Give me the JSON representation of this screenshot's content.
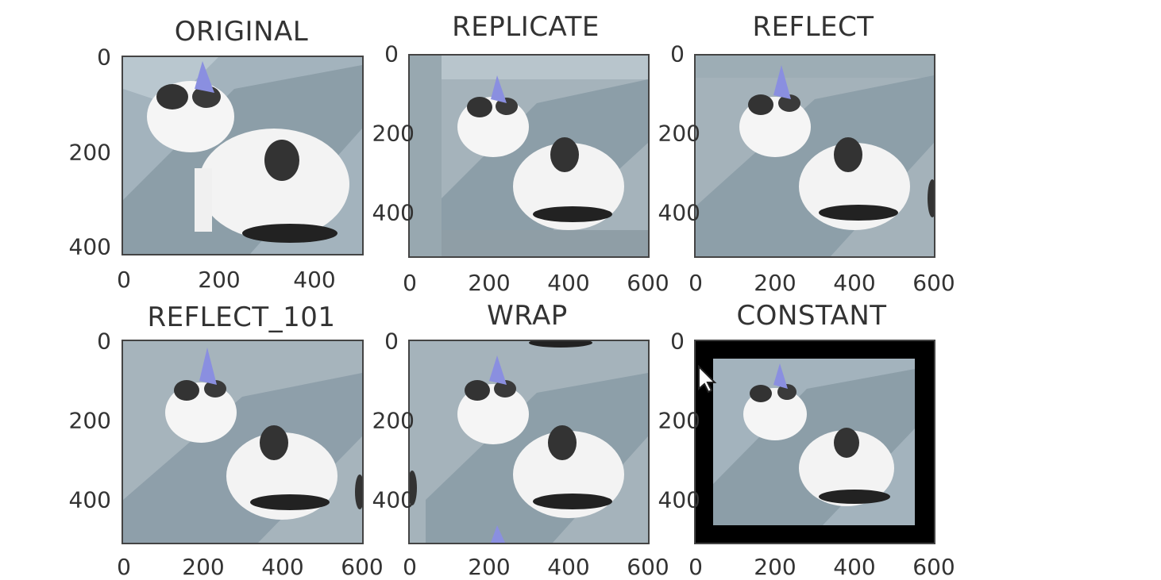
{
  "panels": [
    {
      "title": "ORIGINAL",
      "yticks": [
        "0",
        "200",
        "400"
      ],
      "xticks": [
        "0",
        "200",
        "400"
      ]
    },
    {
      "title": "REPLICATE",
      "yticks": [
        "0",
        "200",
        "400"
      ],
      "xticks": [
        "0",
        "200",
        "400",
        "600"
      ]
    },
    {
      "title": "REFLECT",
      "yticks": [
        "0",
        "200",
        "400"
      ],
      "xticks": [
        "0",
        "200",
        "400",
        "600"
      ]
    },
    {
      "title": "REFLECT_101",
      "yticks": [
        "0",
        "200",
        "400"
      ],
      "xticks": [
        "0",
        "200",
        "400",
        "600"
      ]
    },
    {
      "title": "WRAP",
      "yticks": [
        "0",
        "200",
        "400"
      ],
      "xticks": [
        "0",
        "200",
        "400",
        "600"
      ]
    },
    {
      "title": "CONSTANT",
      "yticks": [
        "0",
        "200",
        "400"
      ],
      "xticks": [
        "0",
        "200",
        "400",
        "600"
      ]
    }
  ],
  "colors": {
    "ground": "#9fb0ba",
    "cat": "#f2f2f2",
    "ear": "#8a8fe0",
    "border_constant": "#000000"
  }
}
